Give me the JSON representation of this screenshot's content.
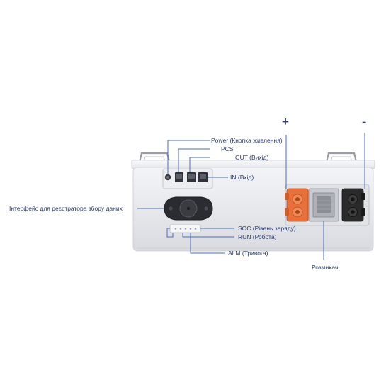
{
  "labels": {
    "power": "Power (Кнопка живлення)",
    "pcs": "PCS",
    "out": "OUT (Вихід)",
    "in": "IN (Вхід)",
    "logger": "Інтерфейс для реєстратора збору даних",
    "soc": "SOC (Рівень заряду)",
    "run": "RUN (Робота)",
    "alm": "ALM (Тривога)",
    "breaker": "Розмикач",
    "plus": "+",
    "minus": "-"
  },
  "colors": {
    "label_text": "#2b3a6b",
    "leader_line": "#4a6fb5",
    "chassis": "#e9eaee",
    "positive_terminal": "#e8703a",
    "negative_terminal": "#2a2a2a"
  }
}
